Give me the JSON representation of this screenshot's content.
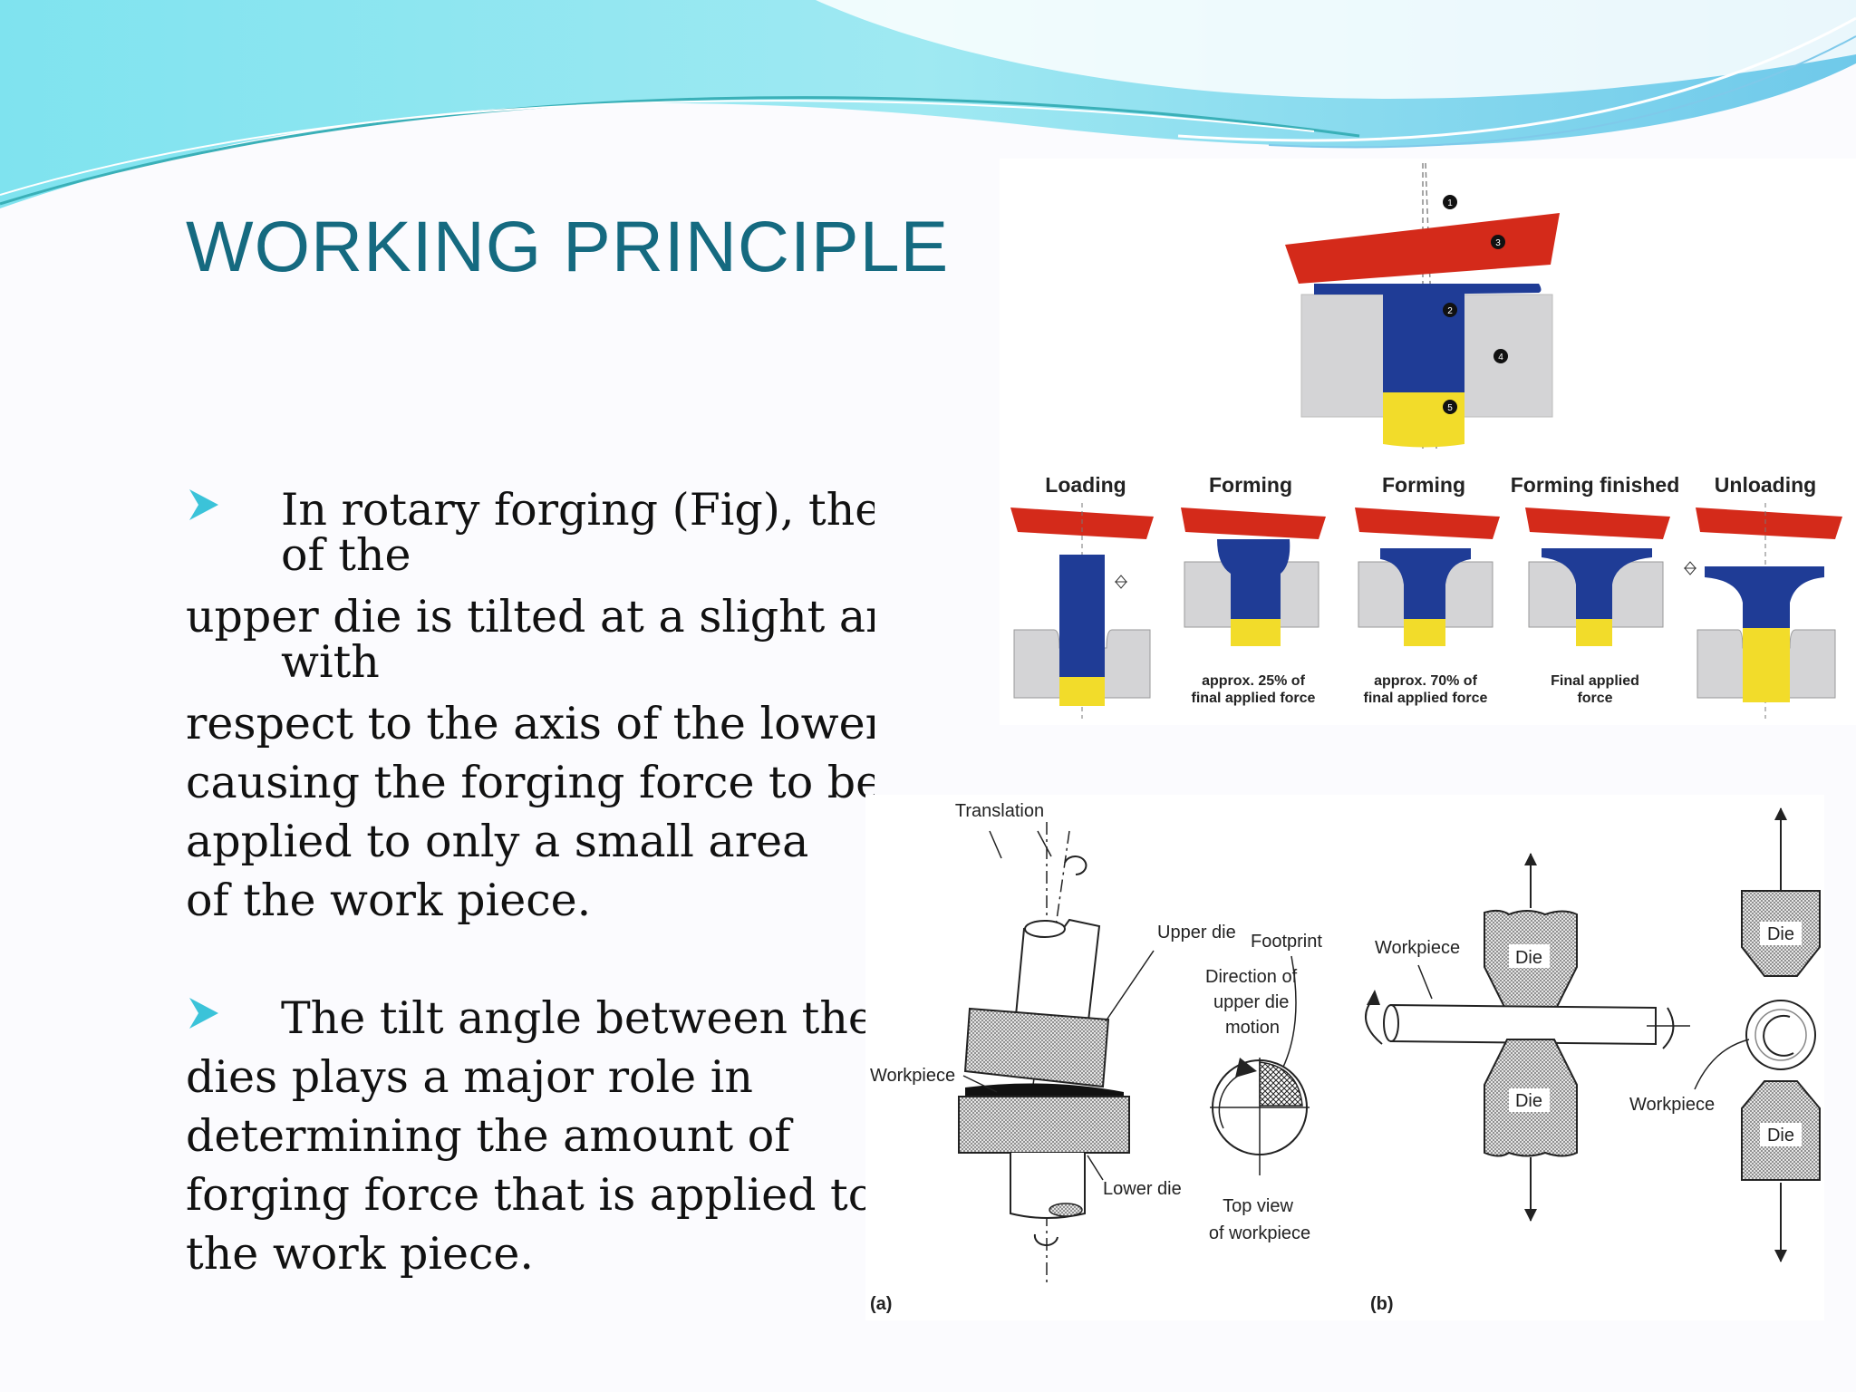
{
  "slide": {
    "title": "WORKING PRINCIPLE",
    "paragraphs": [
      {
        "lines": [
          "In rotary forging (Fig), the axis",
          "of the",
          "upper die is tilted at a slight angle",
          "with",
          " respect to the axis of the lower die,",
          " causing the forging force to be",
          "applied to only a small area",
          "of the work piece."
        ]
      },
      {
        "lines": [
          "The tilt angle between the two",
          "dies plays a major role in",
          "determining the amount of",
          "forging force that is applied to",
          " the work piece."
        ]
      }
    ]
  },
  "figure_top": {
    "callouts": [
      "1",
      "2",
      "3",
      "4",
      "5"
    ],
    "stages": [
      "Loading",
      "Forming",
      "Forming",
      "Forming finished",
      "Unloading"
    ],
    "notes": [
      [
        "approx. 25% of",
        "final applied force"
      ],
      [
        "approx. 70% of",
        "final applied force"
      ],
      [
        "Final applied",
        "force"
      ]
    ],
    "colors": {
      "upper_die": "#d42a1a",
      "workpiece": "#1f3c96",
      "unformed": "#f2dc2a",
      "lower_die": "#d4d4d6"
    }
  },
  "figure_bottom": {
    "labels_a": {
      "translation": "Translation",
      "upper_die": "Upper die",
      "footprint": "Footprint",
      "direction": [
        "Direction of",
        "upper die",
        "motion"
      ],
      "workpiece": "Workpiece",
      "lower_die": "Lower die",
      "top_view": [
        "Top view",
        "of workpiece"
      ],
      "panel": "(a)"
    },
    "labels_b": {
      "workpiece_left": "Workpiece",
      "die": "Die",
      "workpiece_right": "Workpiece",
      "panel": "(b)"
    }
  }
}
